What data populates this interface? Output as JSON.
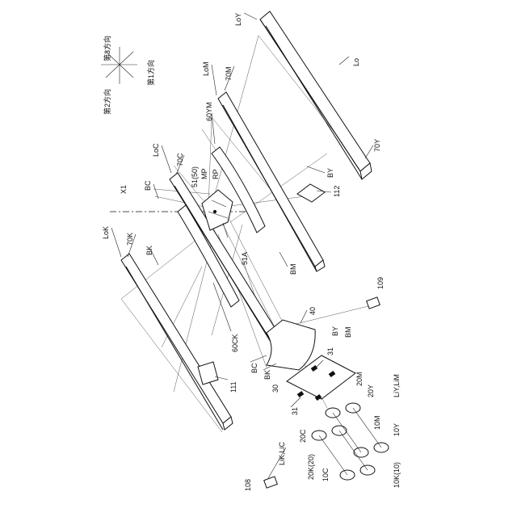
{
  "labels": {
    "dir3": "第3方向",
    "dir1": "第1方向",
    "dir2": "第2方向",
    "LoY": "LoY",
    "Lo": "Lo",
    "70Y": "70Y",
    "LoM": "LoM",
    "70M": "70M",
    "60YM": "60YM",
    "BY_top": "BY",
    "n112": "112",
    "LoC": "LoC",
    "70C": "70C",
    "BC_top": "BC",
    "X1": "X1",
    "n51": "51(50)",
    "MP": "MP",
    "RP": "RP",
    "n51A": "51A",
    "BM_top": "BM",
    "LoK": "LoK",
    "70K": "70K",
    "BK_top": "BK",
    "n109": "109",
    "n40": "40",
    "BY_low": "BY",
    "BM_low": "BM",
    "n60CK": "60CK",
    "n31a": "31",
    "BC_low": "BC",
    "BK_low": "BK",
    "n111": "111",
    "n30": "30",
    "n20M": "20M",
    "n20Y": "20Y",
    "LiYLiM": "LiY,LiM",
    "n31b": "31",
    "n20C": "20C",
    "n10M": "10M",
    "n10Y": "10Y",
    "LiKLiC": "LiK,LiC",
    "n20K": "20K(20)",
    "n10C": "10C",
    "n10K": "10K(10)",
    "n108": "108"
  }
}
